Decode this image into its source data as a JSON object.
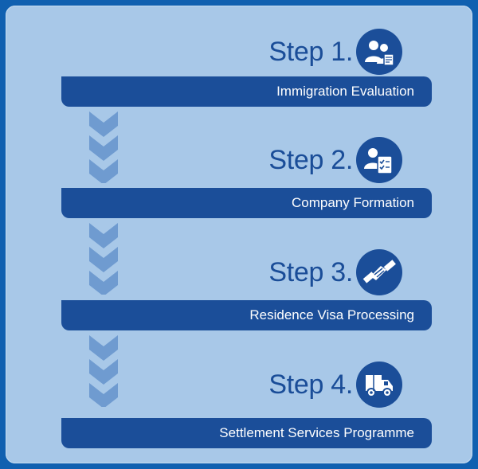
{
  "steps": [
    {
      "label": "Step 1.",
      "title": "Immigration Evaluation",
      "icon": "people-with-document-icon"
    },
    {
      "label": "Step 2.",
      "title": "Company Formation",
      "icon": "person-with-checklist-icon"
    },
    {
      "label": "Step 3.",
      "title": "Residence Visa Processing",
      "icon": "handshake-icon"
    },
    {
      "label": "Step 4.",
      "title": "Settlement Services Programme",
      "icon": "moving-truck-icon"
    }
  ],
  "colors": {
    "outer_background": "#1060b0",
    "panel_background": "#a8c8e8",
    "accent_dark": "#1b4e99",
    "step_label": "#1a4d98",
    "chevron": "#6f9bd0"
  }
}
